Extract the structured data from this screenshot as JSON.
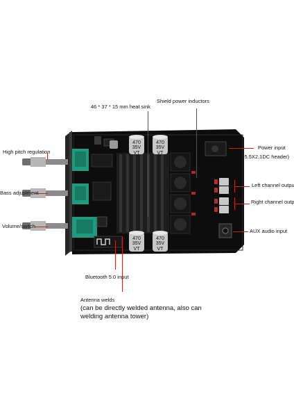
{
  "labels": {
    "heatsink": "46 * 37 * 15 mm heat sink",
    "inductors": "Shield power inductors",
    "high_pitch": "High pitch regulation",
    "bass": "Bass adjustment",
    "volume": "Volume/switch",
    "power_input": "Power input",
    "power_header": "(5.5X2.1DC header)",
    "left_output": "Left channel output",
    "right_output": "Right channel output",
    "aux": "AUX audio input",
    "bluetooth": "Bluetooth 5.0 input",
    "antenna": "Antenna welds",
    "antenna_note": "(can be directly welded antenna, also can welding antenna tower)"
  },
  "capacitors": [
    {
      "line1": "470",
      "line2": "35V",
      "line3": "VT"
    },
    {
      "line1": "470",
      "line2": "35V",
      "line3": "VT"
    },
    {
      "line1": "470",
      "line2": "35V",
      "line3": "VT"
    },
    {
      "line1": "470",
      "line2": "35V",
      "line3": "VT"
    }
  ],
  "colors": {
    "leader_line": "#c0281e",
    "pcb": "#0c0c0c",
    "potentiometer": "#1f9a7c"
  }
}
